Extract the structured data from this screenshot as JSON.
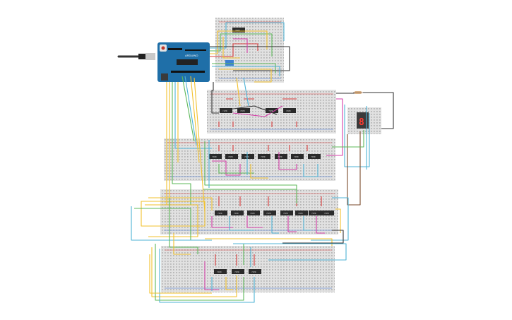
{
  "arduino": {
    "label": "UNO",
    "brand": "ARDUINO"
  },
  "display": {
    "digit": "8"
  },
  "chips": [
    {
      "label": "74HC"
    },
    {
      "label": "74HC"
    },
    {
      "label": "74HC"
    },
    {
      "label": "74HC"
    },
    {
      "label": "74HC"
    },
    {
      "label": "74HC"
    },
    {
      "label": "74HC"
    },
    {
      "label": "74HC"
    },
    {
      "label": "74HC"
    },
    {
      "label": "74HC"
    },
    {
      "label": "74HC"
    },
    {
      "label": "74HC"
    },
    {
      "label": "74HC"
    },
    {
      "label": "74HC"
    },
    {
      "label": "74HC"
    },
    {
      "label": "74HC"
    },
    {
      "label": "74HC"
    },
    {
      "label": "74HC"
    },
    {
      "label": "74HC"
    },
    {
      "label": "74HC"
    },
    {
      "label": "74HC"
    },
    {
      "label": "74HC"
    },
    {
      "label": "74HC"
    }
  ],
  "colors": {
    "breadboard": "#e1e1e1",
    "chip": "#2b2b2b",
    "arduino": "#1f6fa8",
    "wire_yellow": "#f2c12e",
    "wire_green": "#5db85a",
    "wire_blue": "#4fb3d6",
    "wire_magenta": "#d43ea8",
    "wire_red": "#d93b3b",
    "wire_brown": "#7a4a2a",
    "wire_dark": "#333333"
  }
}
